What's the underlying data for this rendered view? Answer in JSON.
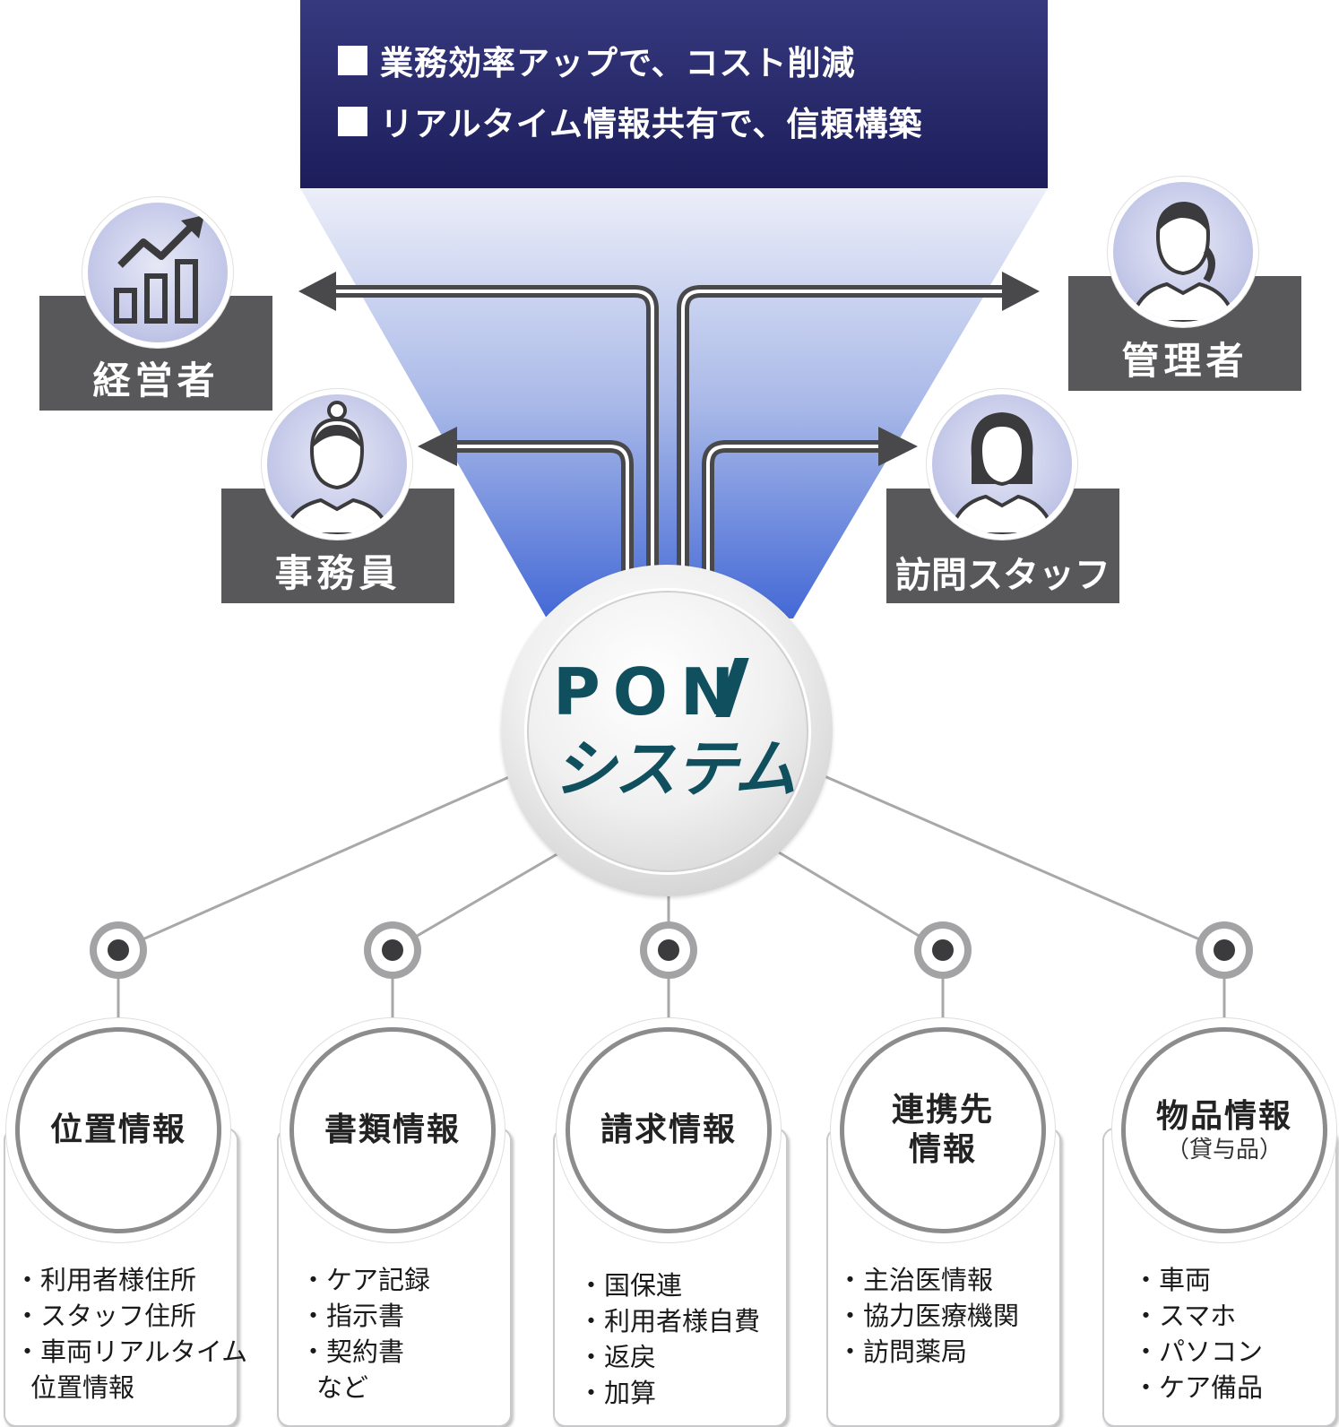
{
  "banner": {
    "line1": "業務効率アップで、コスト削減",
    "line2": "リアルタイム情報共有で、信頼構築"
  },
  "roles": {
    "executive": "経営者",
    "admin_staff": "事務員",
    "manager": "管理者",
    "visiting_staff": "訪問スタッフ"
  },
  "center": {
    "line1": "PON",
    "line2": "システム"
  },
  "cards": [
    {
      "title": "位置情報",
      "items": [
        "・利用者様住所",
        "・スタッフ住所",
        "・車両リアルタイム",
        "位置情報"
      ]
    },
    {
      "title": "書類情報",
      "items": [
        "・ケア記録",
        "・指示書",
        "・契約書",
        "など"
      ]
    },
    {
      "title": "請求情報",
      "items": [
        "・国保連",
        "・利用者様自費",
        "・返戻",
        "・加算"
      ]
    },
    {
      "title": "連携先",
      "title2": "情報",
      "items": [
        "・主治医情報",
        "・協力医療機関",
        "・訪問薬局"
      ]
    },
    {
      "title": "物品情報",
      "subtitle": "（貸与品）",
      "items": [
        "・車両",
        "・スマホ",
        "・パソコン",
        "・ケア備品"
      ]
    }
  ],
  "colors": {
    "banner": "#1c1d5a",
    "role_box": "#58585a",
    "pon_text": "#0f4f5e",
    "funnel_top": "#e8eaf6",
    "funnel_bottom": "#4a6fd8"
  }
}
